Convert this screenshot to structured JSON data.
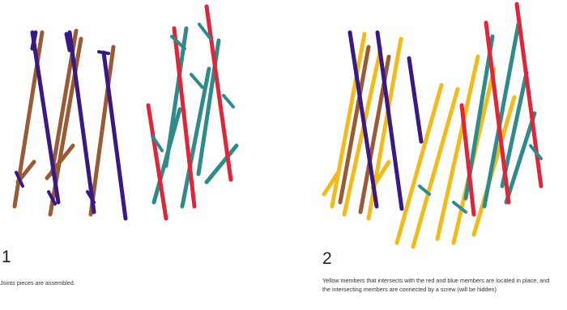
{
  "colors": {
    "blue": "#3a1a82",
    "brown": "#9a5a34",
    "red": "#e0243a",
    "teal": "#2f8a8c",
    "yellow": "#f2bb1a"
  },
  "steps": [
    {
      "number": "1",
      "caption": "Joints pieces are assembled."
    },
    {
      "number": "2",
      "caption": "Yellow members that intersects with the red and blue members are located in place, and the intersecting members are connected by a screw (will be hidden)"
    }
  ]
}
